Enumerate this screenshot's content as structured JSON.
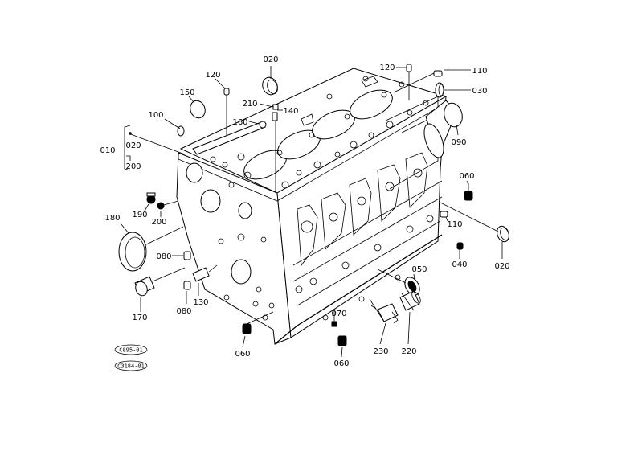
{
  "parts": [
    {
      "id": "p020_top",
      "label": "020"
    },
    {
      "id": "p120_left",
      "label": "120"
    },
    {
      "id": "p150",
      "label": "150"
    },
    {
      "id": "p100",
      "label": "100"
    },
    {
      "id": "p210",
      "label": "210"
    },
    {
      "id": "p140",
      "label": "140"
    },
    {
      "id": "p160",
      "label": "160"
    },
    {
      "id": "p010",
      "label": "010"
    },
    {
      "id": "p020_bracket",
      "label": "020"
    },
    {
      "id": "p200_bracket",
      "label": "200"
    },
    {
      "id": "p120_right",
      "label": "120"
    },
    {
      "id": "p110_top",
      "label": "110"
    },
    {
      "id": "p030",
      "label": "030"
    },
    {
      "id": "p090",
      "label": "090"
    },
    {
      "id": "p060_right",
      "label": "060"
    },
    {
      "id": "p110_mid",
      "label": "110"
    },
    {
      "id": "p020_right",
      "label": "020"
    },
    {
      "id": "p040",
      "label": "040"
    },
    {
      "id": "p050",
      "label": "050"
    },
    {
      "id": "p180",
      "label": "180"
    },
    {
      "id": "p190",
      "label": "190"
    },
    {
      "id": "p200_left",
      "label": "200"
    },
    {
      "id": "p080_a",
      "label": "080"
    },
    {
      "id": "p080_b",
      "label": "080"
    },
    {
      "id": "p130",
      "label": "130"
    },
    {
      "id": "p170",
      "label": "170"
    },
    {
      "id": "p070",
      "label": "070"
    },
    {
      "id": "p060_bl",
      "label": "060"
    },
    {
      "id": "p060_bm",
      "label": "060"
    },
    {
      "id": "p230",
      "label": "230"
    },
    {
      "id": "p220",
      "label": "220"
    }
  ],
  "codes": [
    "C895-01",
    "C3184-01"
  ]
}
